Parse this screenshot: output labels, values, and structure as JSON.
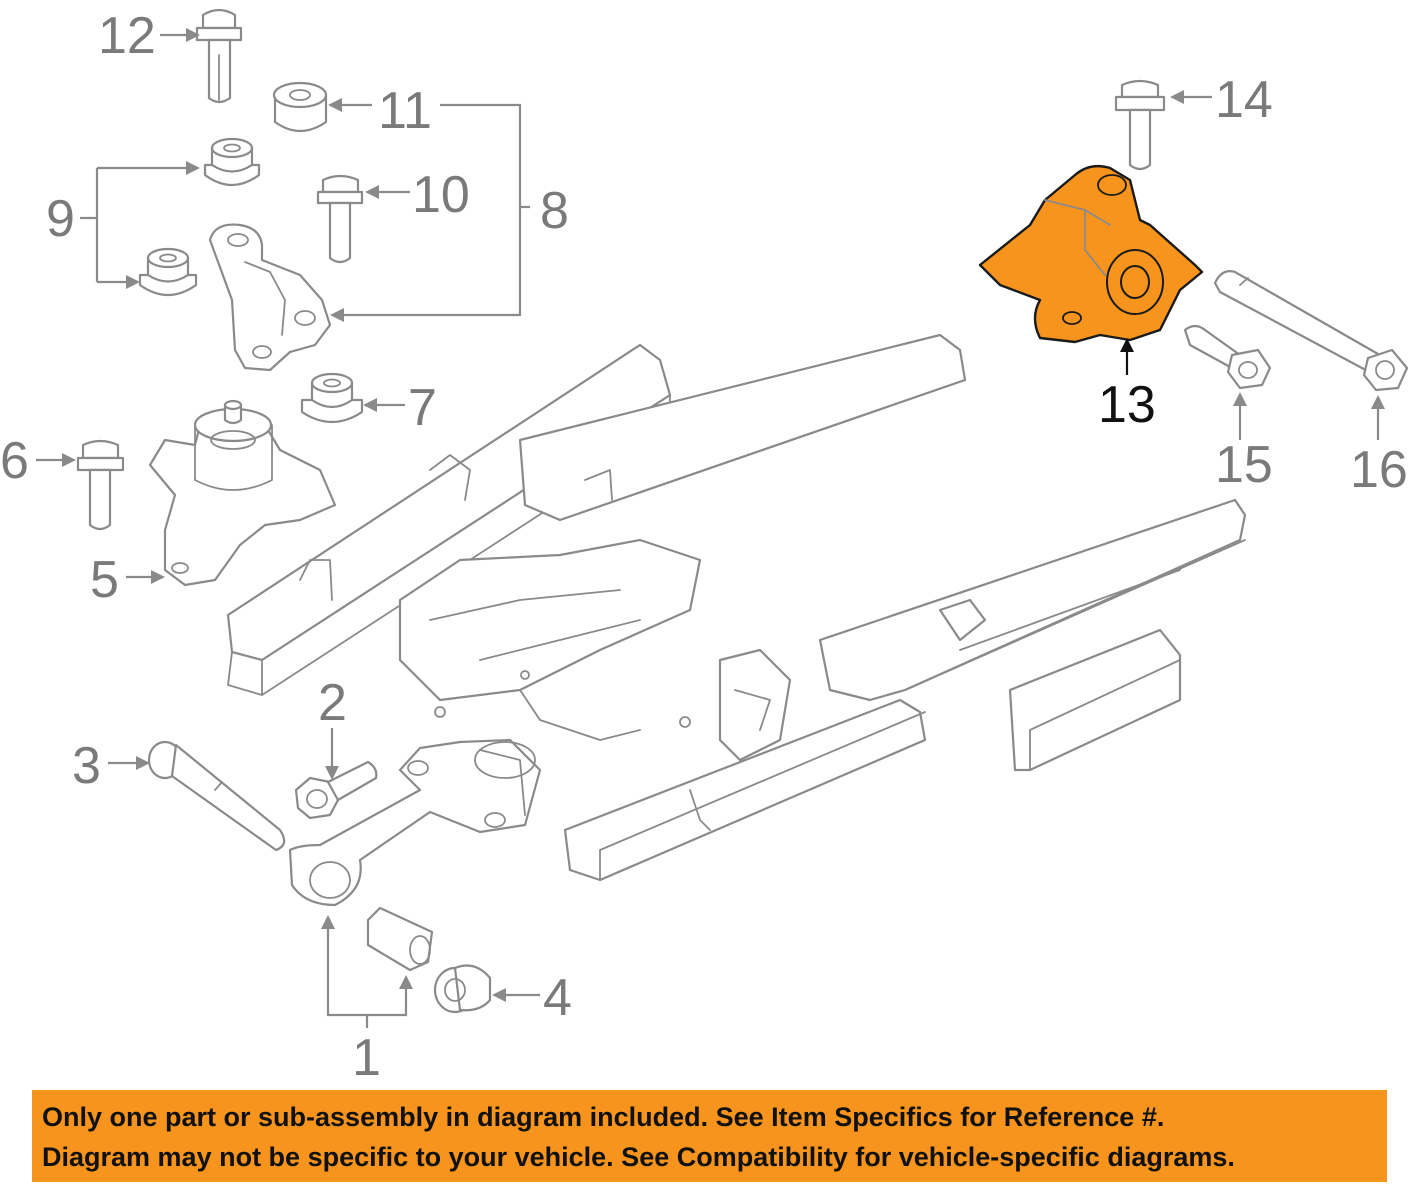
{
  "diagram": {
    "callouts": [
      {
        "id": "1",
        "label": "1"
      },
      {
        "id": "2",
        "label": "2"
      },
      {
        "id": "3",
        "label": "3"
      },
      {
        "id": "4",
        "label": "4"
      },
      {
        "id": "5",
        "label": "5"
      },
      {
        "id": "6",
        "label": "6"
      },
      {
        "id": "7",
        "label": "7"
      },
      {
        "id": "8",
        "label": "8"
      },
      {
        "id": "9",
        "label": "9"
      },
      {
        "id": "10",
        "label": "10"
      },
      {
        "id": "11",
        "label": "11"
      },
      {
        "id": "12",
        "label": "12"
      },
      {
        "id": "13",
        "label": "13"
      },
      {
        "id": "14",
        "label": "14"
      },
      {
        "id": "15",
        "label": "15"
      },
      {
        "id": "16",
        "label": "16"
      }
    ],
    "highlighted_part": "13",
    "highlight_color": "#f7941d",
    "line_color": "#8a8a8a"
  },
  "banner": {
    "line1": "Only one part or sub-assembly in diagram included. See Item Specifics for Reference #.",
    "line2": "Diagram may not be specific to your vehicle. See Compatibility for vehicle-specific diagrams.",
    "background": "#f7941d"
  }
}
